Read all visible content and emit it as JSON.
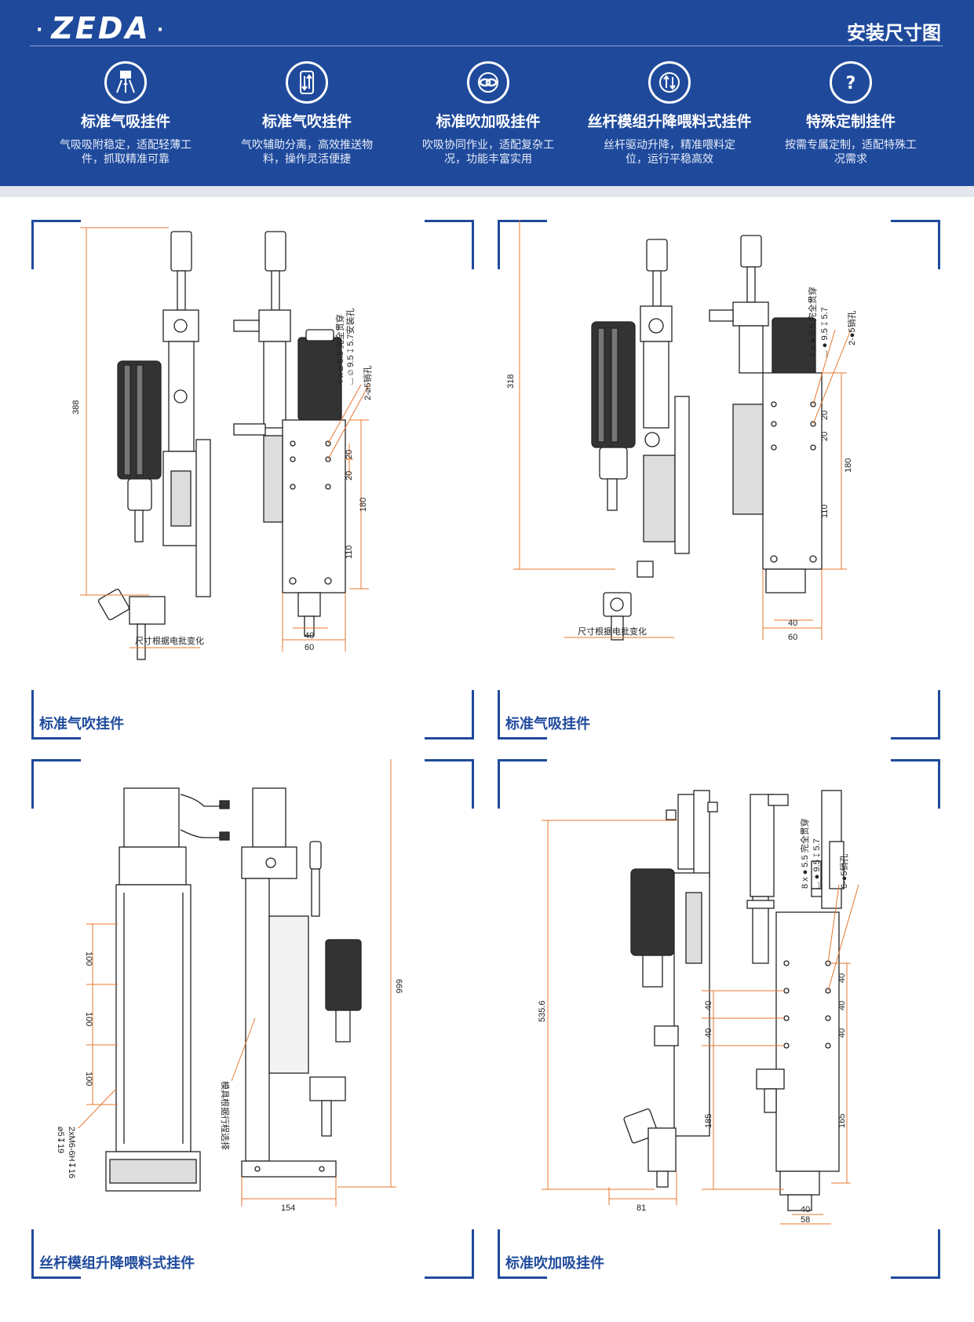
{
  "header": {
    "brand": "ZEDA",
    "dot": "·",
    "title": "安装尺寸图"
  },
  "features": [
    {
      "icon": "vacuum-icon",
      "title": "标准气吸挂件",
      "desc": "气吸吸附稳定，适配轻薄工件，抓取精准可靠"
    },
    {
      "icon": "air-blow-icon",
      "title": "标准气吹挂件",
      "desc": "气吹辅助分离，高效推送物料，操作灵活便捷"
    },
    {
      "icon": "link-icon",
      "title": "标准吹加吸挂件",
      "desc": "吹吸协同作业，适配复杂工况，功能丰富实用"
    },
    {
      "icon": "lift-icon",
      "title": "丝杆模组升降喂料式挂件",
      "desc": "丝杆驱动升降，精准喂料定位，运行平稳高效"
    },
    {
      "icon": "question-icon",
      "title": "特殊定制挂件",
      "desc": "按需专属定制，适配特殊工况需求"
    }
  ],
  "panels": [
    {
      "label": "标准气吹挂件",
      "dims": {
        "height": "388",
        "screw_note": "尺寸根据电批变化",
        "hole_note_1": "4 x ⌀ 5.5 完全贯穿",
        "hole_note_2": "⌴ ⌀ 9.5 ↧ 5.7安装孔",
        "pin_note": "2-⌀5销孔",
        "d20a": "20",
        "d20b": "20",
        "d180": "180",
        "d110": "110",
        "d40": "40",
        "d60": "60"
      }
    },
    {
      "label": "标准气吸挂件",
      "dims": {
        "height": "318",
        "screw_note": "尺寸根据电批变化",
        "hole_note_1": "4 x ● 5.5 完全贯穿",
        "hole_note_2": "⌴ ● 9.5 ↧ 5.7",
        "pin_note": "2-●5销孔",
        "d20a": "20",
        "d20b": "20",
        "d180": "180",
        "d110": "110",
        "d40": "40",
        "d60": "60"
      }
    },
    {
      "label": "丝杆模组升降喂料式挂件",
      "dims": {
        "d100a": "100",
        "d100b": "100",
        "d100c": "100",
        "thread_note": "2xM6-6H↧16",
        "thread_note_2": "⌀5↧19",
        "stroke_note": "模具根据行程选择",
        "height": "666",
        "d154": "154"
      }
    },
    {
      "label": "标准吹加吸挂件",
      "dims": {
        "height": "535.6",
        "hole_note_1": "8 x ● 5.5 完全贯穿",
        "hole_note_2": "⌴ ● 9.5 ↧ 5.7",
        "pin_note": "6-●5销孔",
        "d40a": "40",
        "d40b": "40",
        "d40c": "40",
        "d40d": "40",
        "d40e": "40",
        "d185": "185",
        "d165": "165",
        "d81": "81",
        "d40": "40",
        "d58": "58"
      }
    }
  ],
  "colors": {
    "brand_blue": "#1f4a9c",
    "dim_orange": "#e8772e"
  }
}
